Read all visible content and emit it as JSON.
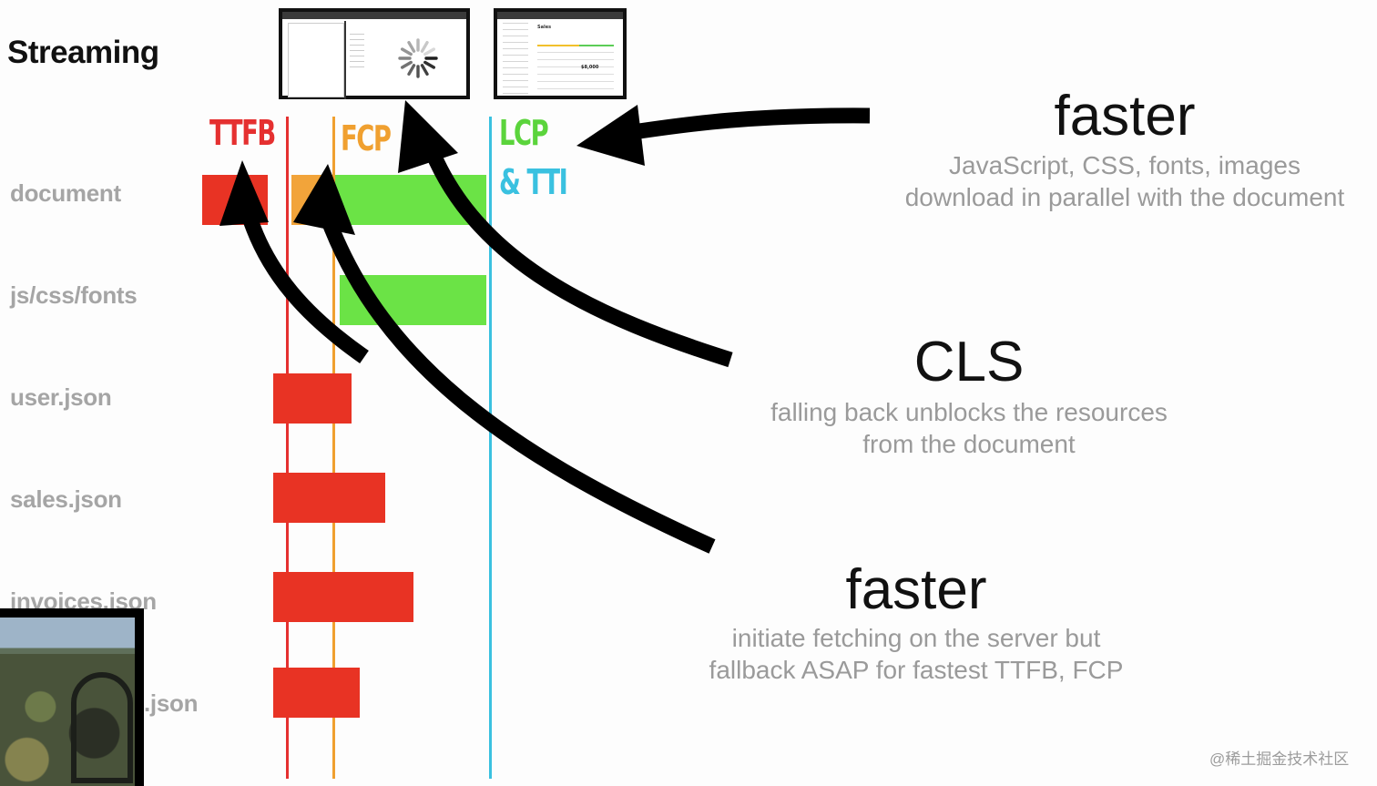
{
  "title": "Streaming",
  "rows": [
    "document",
    "js/css/fonts",
    "user.json",
    "sales.json",
    "invoices.json",
    ".json"
  ],
  "metrics": {
    "ttfb": "TTFB",
    "fcp": "FCP",
    "lcp": "LCP",
    "tti": "& TTI"
  },
  "annotations": [
    {
      "heading": "faster",
      "line1": "JavaScript, CSS, fonts, images",
      "line2": "download in parallel with the document"
    },
    {
      "heading": "CLS",
      "line1": "falling back unblocks the resources",
      "line2": "from the document"
    },
    {
      "heading": "faster",
      "line1": "initiate fetching on the server but",
      "line2": "fallback ASAP for fastest TTFB, FCP"
    }
  ],
  "watermark": "@稀土掘金技术社区",
  "colors": {
    "ttfb": "#e53030",
    "fcp": "#f0a030",
    "lcp": "#3ac1e0",
    "bar_red": "#e83324",
    "bar_orange": "#f2a43a",
    "bar_green": "#6be346"
  },
  "thumbnail_texts": {
    "dashboard_title": "Sales",
    "dashboard_value": "$8,000"
  }
}
